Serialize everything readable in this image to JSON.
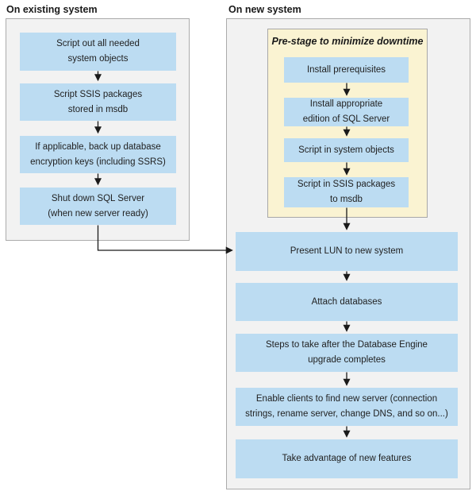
{
  "left": {
    "heading": "On existing system",
    "boxes": [
      {
        "label": "Script out all needed\nsystem objects"
      },
      {
        "label": "Script SSIS packages\nstored in msdb"
      },
      {
        "label": "If applicable, back up database\nencryption keys (including SSRS)"
      },
      {
        "label": "Shut down SQL Server\n(when new server ready)"
      }
    ]
  },
  "right": {
    "heading": "On new system",
    "prestage": {
      "title": "Pre-stage to minimize downtime",
      "boxes": [
        {
          "label": "Install prerequisites"
        },
        {
          "label": "Install appropriate\nedition of SQL Server"
        },
        {
          "label": "Script in system objects"
        },
        {
          "label": "Script in SSIS packages\nto msdb"
        }
      ]
    },
    "boxes": [
      {
        "label": "Present LUN to new system"
      },
      {
        "label": "Attach databases"
      },
      {
        "label": "Steps to take after the Database Engine\nupgrade completes"
      },
      {
        "label": "Enable clients to find new server (connection\nstrings, rename server, change DNS, and so on...)"
      },
      {
        "label": "Take advantage of new features"
      }
    ]
  },
  "colors": {
    "step_box_blue": "#bcdcf2",
    "prestage_yellow": "#faf3d2",
    "panel_gray": "#f2f2f2",
    "panel_border": "#ababab",
    "arrow": "#1a1a1a",
    "text": "#1f1f1f"
  }
}
